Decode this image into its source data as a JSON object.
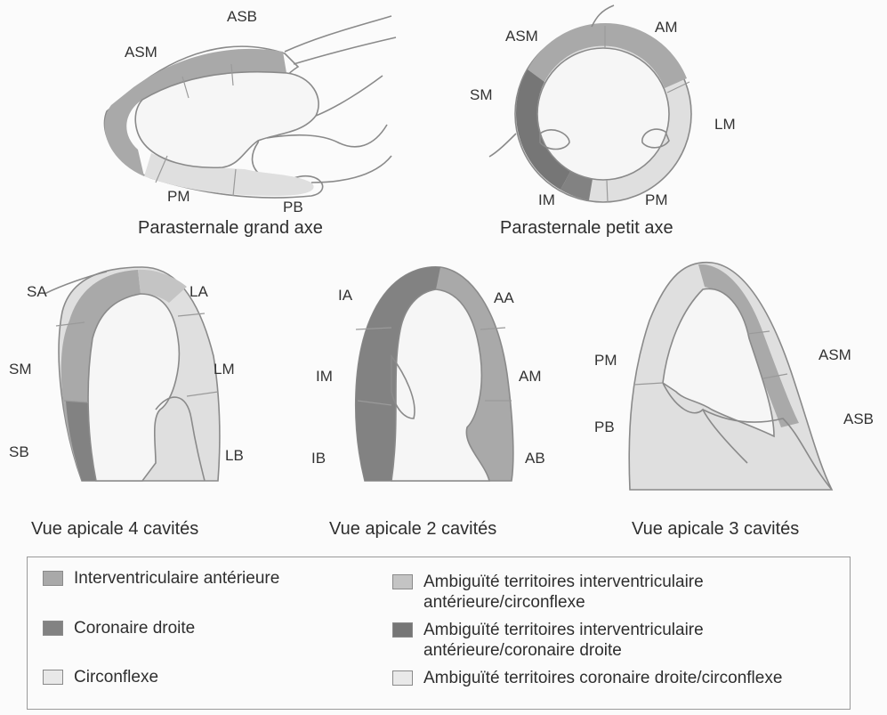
{
  "colors": {
    "iva": "#a9a9a9",
    "cd": "#828282",
    "cx": "#dfdfdf",
    "amb_iva_cx": "#c4c4c4",
    "amb_iva_cd": "#767676",
    "amb_cd_cx": "#e9e9e9",
    "cavity": "#f6f6f6"
  },
  "views": {
    "parasternal_long": {
      "caption": "Parasternale grand axe",
      "labels": {
        "asb": "ASB",
        "asm": "ASM",
        "pm": "PM",
        "pb": "PB"
      }
    },
    "parasternal_short": {
      "caption": "Parasternale petit axe",
      "labels": {
        "asm": "ASM",
        "am": "AM",
        "sm": "SM",
        "lm": "LM",
        "im": "IM",
        "pm": "PM"
      }
    },
    "apical_4": {
      "caption": "Vue apicale 4 cavités",
      "labels": {
        "sa": "SA",
        "la": "LA",
        "sm": "SM",
        "lm": "LM",
        "sb": "SB",
        "lb": "LB"
      }
    },
    "apical_2": {
      "caption": "Vue apicale 2 cavités",
      "labels": {
        "ia": "IA",
        "aa": "AA",
        "im": "IM",
        "am": "AM",
        "ib": "IB",
        "ab": "AB"
      }
    },
    "apical_3": {
      "caption": "Vue apicale 3 cavités",
      "labels": {
        "pm": "PM",
        "asm": "ASM",
        "pb": "PB",
        "asb": "ASB"
      }
    }
  },
  "legend": {
    "items": [
      {
        "label": "Interventriculaire antérieure",
        "color": "#a9a9a9"
      },
      {
        "label": "Coronaire droite",
        "color": "#828282"
      },
      {
        "label": "Circonflexe",
        "color": "#e8e8e8"
      },
      {
        "label": "Ambiguïté territoires interventriculaire antérieure/circonflexe",
        "color": "#c4c4c4"
      },
      {
        "label": "Ambiguïté territoires interventriculaire antérieure/coronaire droite",
        "color": "#767676"
      },
      {
        "label": "Ambiguïté territoires coronaire droite/circonflexe",
        "color": "#e9e9e9"
      }
    ]
  }
}
